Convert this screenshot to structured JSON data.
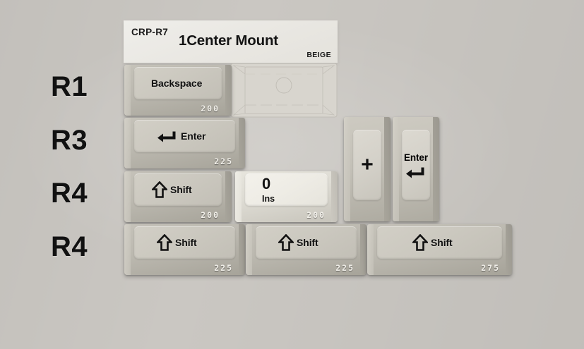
{
  "background_color": "#cac7c2",
  "header": {
    "code": "CRP-R7",
    "title": "1Center Mount",
    "variant": "BEIGE",
    "panel_color": "#eceae5"
  },
  "row_labels": [
    {
      "label": "R1"
    },
    {
      "label": "R3"
    },
    {
      "label": "R4"
    },
    {
      "label": "R4"
    }
  ],
  "keycaps": [
    {
      "id": "backspace",
      "legend": "Backspace",
      "sublegend": "",
      "icon": "",
      "size_code": "200",
      "row": "R1",
      "color": "beige"
    },
    {
      "id": "enter-horizontal",
      "legend": "Enter",
      "sublegend": "",
      "icon": "return-arrow-icon",
      "size_code": "225",
      "row": "R3",
      "color": "beige"
    },
    {
      "id": "shift-r4-left",
      "legend": "Shift",
      "sublegend": "",
      "icon": "shift-arrow-icon",
      "size_code": "200",
      "row": "R4",
      "color": "beige"
    },
    {
      "id": "numpad-zero",
      "legend": "0",
      "sublegend": "Ins",
      "icon": "",
      "size_code": "200",
      "row": "R4",
      "color": "white"
    },
    {
      "id": "numpad-plus",
      "legend": "+",
      "sublegend": "",
      "icon": "",
      "size_code": "",
      "row": "R3-R4",
      "color": "beige"
    },
    {
      "id": "numpad-enter",
      "legend": "Enter",
      "sublegend": "",
      "icon": "return-arrow-icon",
      "size_code": "",
      "row": "R3-R4",
      "color": "beige"
    },
    {
      "id": "shift-bottom-1",
      "legend": "Shift",
      "sublegend": "",
      "icon": "shift-arrow-icon",
      "size_code": "225",
      "row": "R4",
      "color": "beige"
    },
    {
      "id": "shift-bottom-2",
      "legend": "Shift",
      "sublegend": "",
      "icon": "shift-arrow-icon",
      "size_code": "225",
      "row": "R4",
      "color": "beige"
    },
    {
      "id": "shift-bottom-3",
      "legend": "Shift",
      "sublegend": "",
      "icon": "shift-arrow-icon",
      "size_code": "275",
      "row": "R4",
      "color": "beige"
    }
  ]
}
